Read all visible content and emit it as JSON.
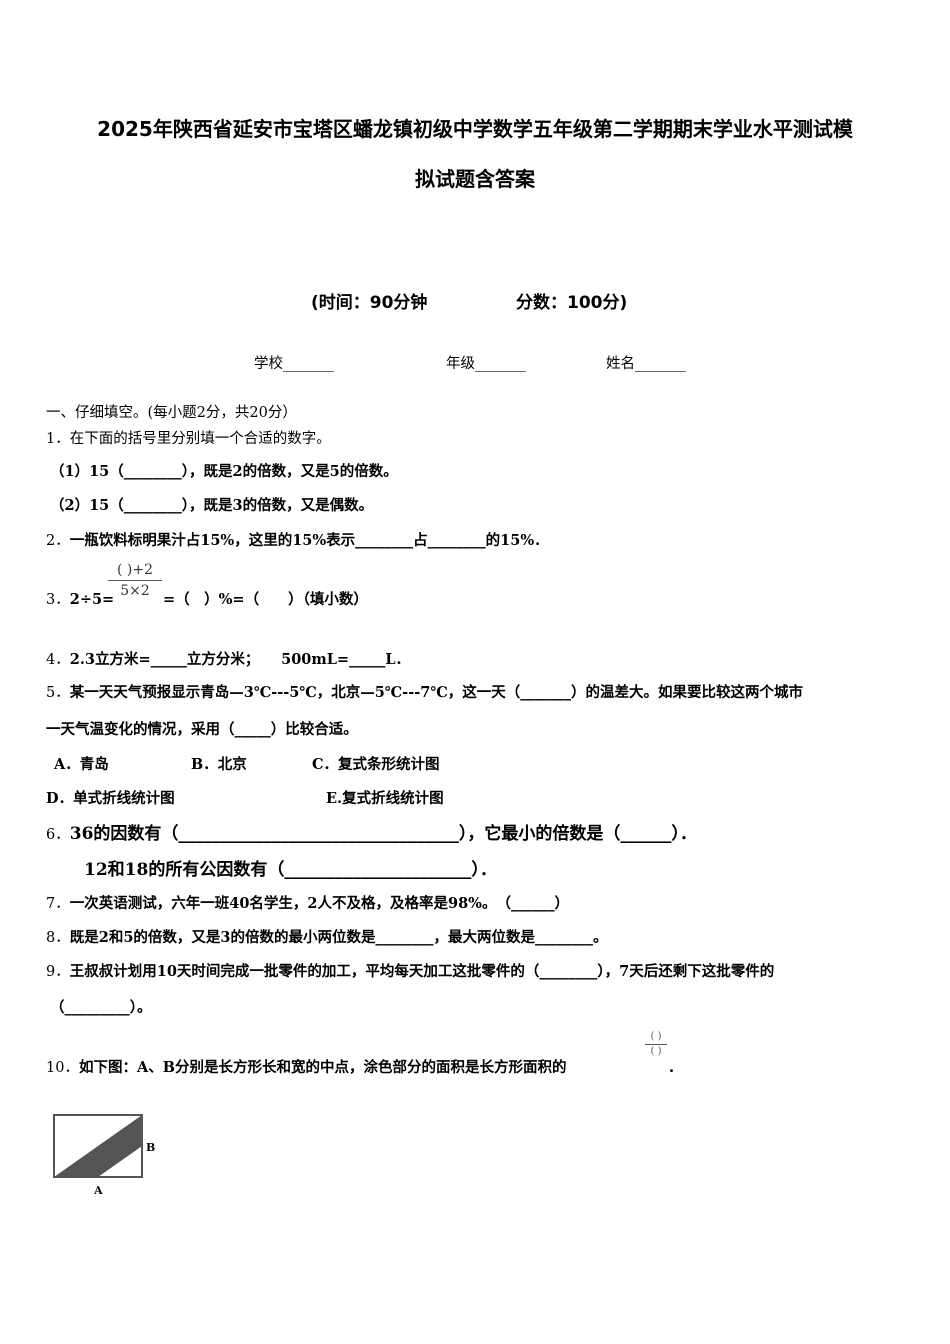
{
  "title": {
    "line1": "2025年陕西省延安市宝塔区蟠龙镇初级中学数学五年级第二学期期末学业水平测试模",
    "line2": "拟试题含答案"
  },
  "exam_info": {
    "time": "(时间：90分钟",
    "score": "分数：100分)"
  },
  "student_fields": {
    "school": "学校_______",
    "grade": "年级_______",
    "name": "姓名_______"
  },
  "section1": {
    "heading": "一、仔细填空。(每小题2分，共20分）"
  },
  "questions": {
    "q1_num": "1．",
    "q1_text": "在下面的括号里分别填一个合适的数字。",
    "q1_a": "（1）15（________），既是2的倍数，又是5的倍数。",
    "q1_b": "（2）15（________），既是3的倍数，又是偶数。",
    "q2_num": "2．",
    "q2_text": "一瓶饮料标明果汁占15%，这里的15%表示________占________的15%．",
    "q3_num": "3．",
    "q3_pre": "2÷5=",
    "q3_frac_top": "( )+2",
    "q3_frac_bot": "5×2",
    "q3_post": "=（　）%=（　　）（填小数）",
    "q4_num": "4．",
    "q4_text": "2.3立方米=_____立方分米；　　500mL=_____L．",
    "q5_num": "5．",
    "q5_line1": "某一天天气预报显示青岛—3℃---5℃，北京—5℃---7℃，这一天（_______）的温差大。如果要比较这两个城市",
    "q5_line2": "一天气温变化的情况，采用（_____）比较合适。",
    "q5_opt_a": "A．青岛",
    "q5_opt_b": "B．北京",
    "q5_opt_c": "C．复式条形统计图",
    "q5_opt_d": "D．单式折线统计图",
    "q5_opt_e": "E.复式折线统计图",
    "q6_num": "6．",
    "q6_line1": "36的因数有（_________________________________），它最小的倍数是（______）．",
    "q6_line2": "12和18的所有公因数有（______________________）．",
    "q7_num": "7．",
    "q7_text": "一次英语测试，六年一班40名学生，2人不及格，及格率是98%。　（______）",
    "q8_num": "8．",
    "q8_text": "既是2和5的倍数，又是3的倍数的最小两位数是________，最大两位数是________。",
    "q9_num": "9．",
    "q9_line1": "王叔叔计划用10天时间完成一批零件的加工，平均每天加工这批零件的（________），7天后还剩下这批零件的",
    "q9_line2": "（_________）。",
    "q10_num": "10．",
    "q10_text": "如下图：A、B分别是长方形长和宽的中点，涂色部分的面积是长方形面积的",
    "q10_frac_top": "( )",
    "q10_frac_bot": "( )",
    "q10_end": "．",
    "q10_label_a": "A",
    "q10_label_b": "B"
  }
}
